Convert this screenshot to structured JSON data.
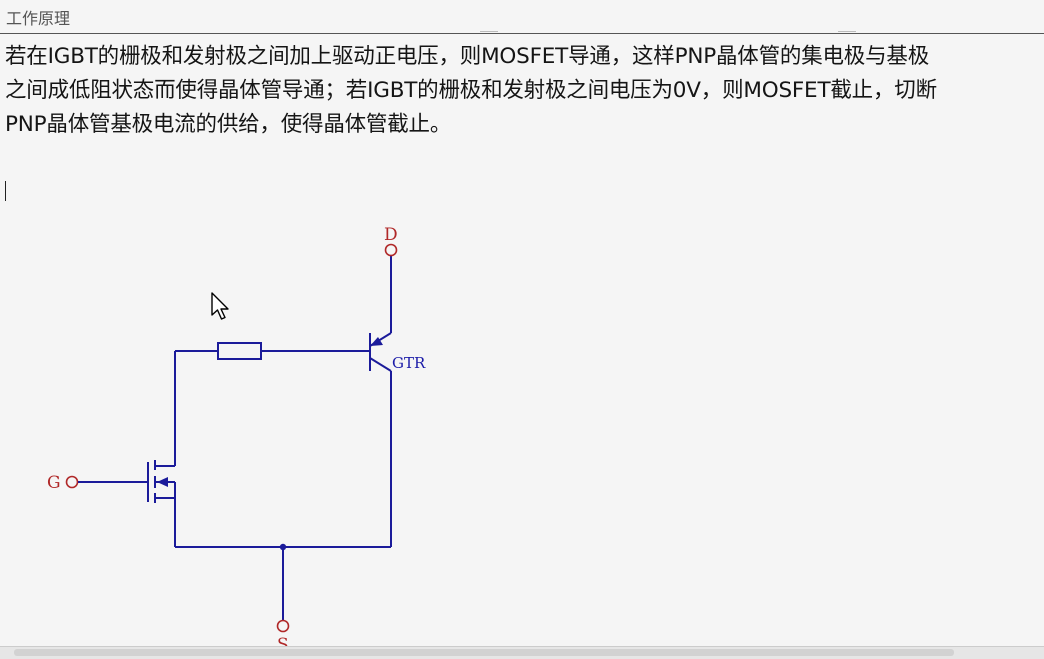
{
  "header": {
    "title": "工作原理"
  },
  "body": {
    "lines": [
      "若在IGBT的栅极和发射极之间加上驱动正电压，则MOSFET导通，这样PNP晶体管的集电极与基极",
      "之间成低阻状态而使得晶体管导通；若IGBT的栅极和发射极之间电压为0V，则MOSFET截止，切断",
      "PNP晶体管基极电流的供给，使得晶体管截止。"
    ]
  },
  "diagram": {
    "labels": {
      "drain": "D",
      "gate": "G",
      "source": "S",
      "transistor": "GTR"
    },
    "colors": {
      "wire": "#1b1b9a",
      "terminal": "#b02828"
    }
  }
}
